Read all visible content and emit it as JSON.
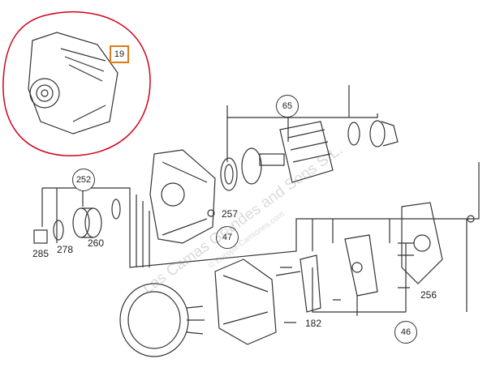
{
  "diagram": {
    "highlight_label": "19",
    "callouts": [
      "65",
      "252",
      "47",
      "46"
    ],
    "part_labels": [
      "285",
      "278",
      "260",
      "257",
      "182",
      "256"
    ],
    "watermark_main": "Las Camas Grandes and Sons S.L.",
    "watermark_sub": "© Europa-Camiones.com",
    "highlight_color": "#e07a1a",
    "circle_color": "#d0021b"
  }
}
